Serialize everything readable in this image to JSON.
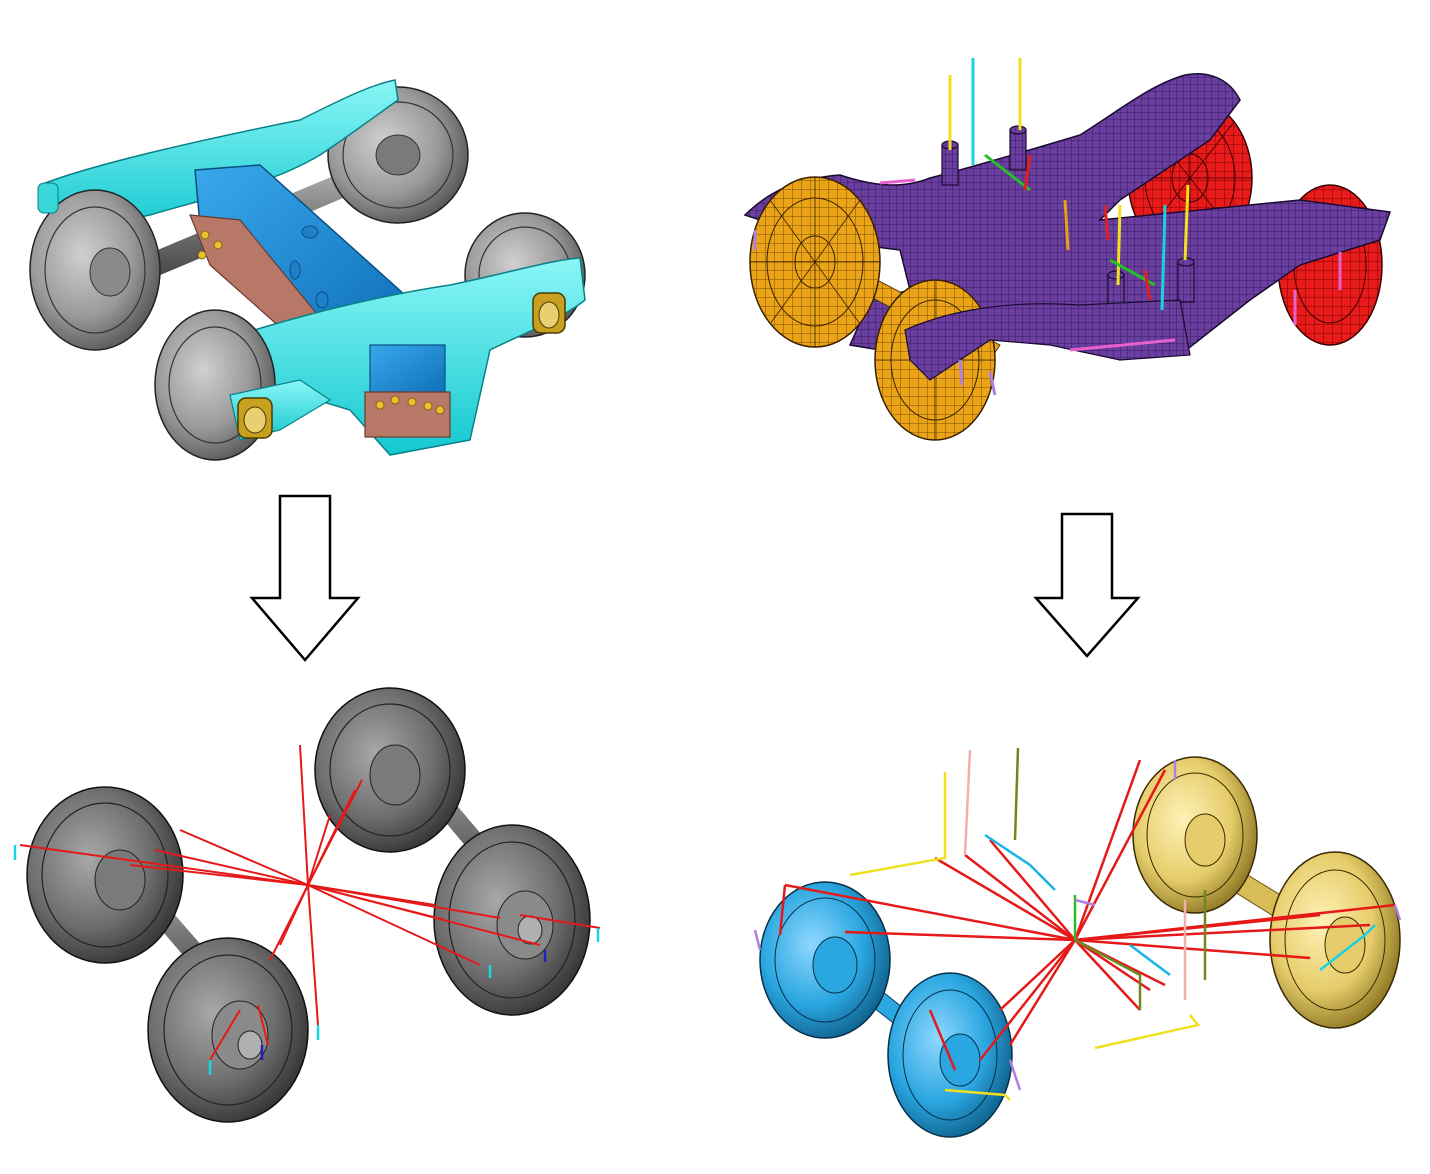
{
  "figure": {
    "panels": [
      {
        "id": "cad-bogie",
        "subject": "bogie-3d-cad-model",
        "palette": {
          "frame": "#19e0e0",
          "bolster": "#1a8fd6",
          "wedge": "#b87868",
          "wheel": "#9a9a9a",
          "bearing": "#c8a020"
        }
      },
      {
        "id": "fe-bogie",
        "subject": "bogie-finite-element-mesh",
        "palette": {
          "frame": "#6a3d9e",
          "wheelset-front": "#e8a016",
          "wheelset-rear": "#e01818"
        }
      },
      {
        "id": "cad-wheelsets",
        "subject": "wheelsets-with-springs",
        "palette": {
          "wheel": "#8c8c8c",
          "spring": "#e61919"
        }
      },
      {
        "id": "fe-wheelsets",
        "subject": "fe-wheelsets-with-springs",
        "palette": {
          "wheelset-front": "#2aa6e0",
          "wheelset-rear": "#e6cc6a",
          "spring": "#e61919"
        }
      }
    ],
    "arrows": [
      {
        "id": "arrow-left",
        "direction": "down",
        "color": "#000000"
      },
      {
        "id": "arrow-right",
        "direction": "down",
        "color": "#000000"
      }
    ]
  }
}
